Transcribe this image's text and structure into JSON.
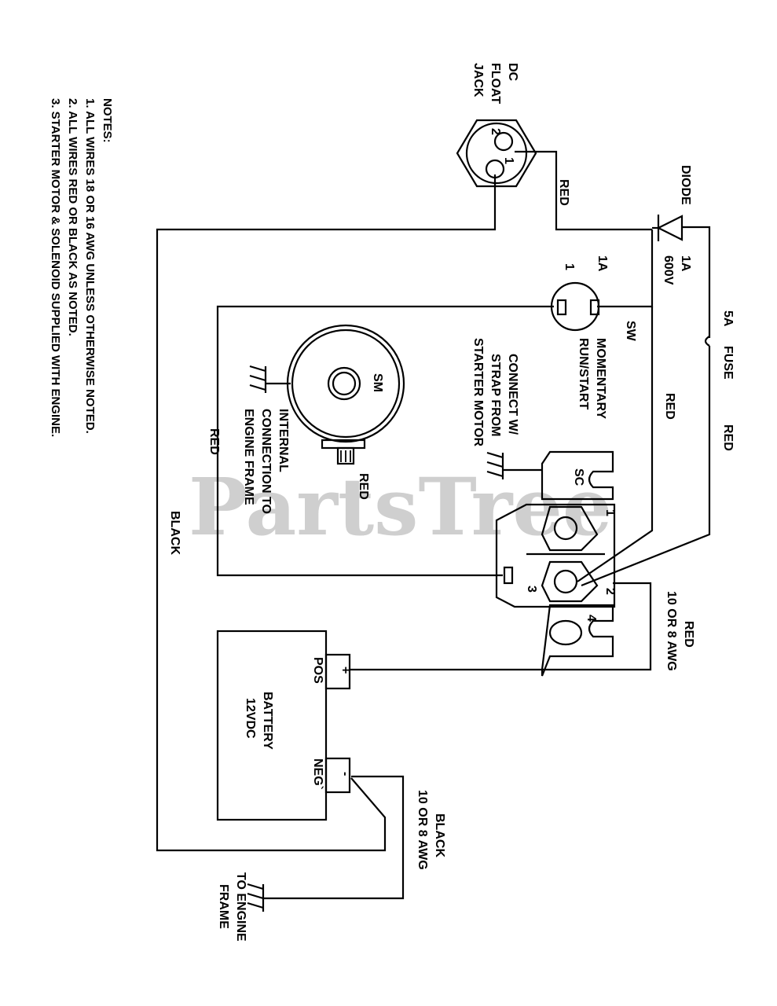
{
  "watermark": "PartsTree",
  "notes": {
    "title": "NOTES:",
    "items": [
      "1. ALL WIRES 18 OR 16 AWG UNLESS OTHERWISE NOTED.",
      "2. ALL WIRES RED OR BLACK AS NOTED.",
      "3. STARTER MOTOR & SOLENOID SUPPLIED WITH ENGINE."
    ]
  },
  "dc_jack": {
    "line1": "DC",
    "line2": "FLOAT",
    "line3": "JACK",
    "pin1": "1",
    "pin2": "2"
  },
  "diode": {
    "label": "DIODE",
    "rating1": "1A",
    "rating2": "600V"
  },
  "fuse": {
    "rating": "5A",
    "label": "FUSE"
  },
  "switch": {
    "rating": "1A",
    "pin": "1",
    "id": "SW",
    "desc1": "MOMENTARY",
    "desc2": "RUN/START"
  },
  "starter_motor": {
    "id": "SM",
    "connect1": "CONNECT W/",
    "connect2": "STRAP FROM",
    "connect3": "STARTER MOTOR",
    "terminal_wire": "RED",
    "internal1": "INTERNAL",
    "internal2": "CONNECTION TO",
    "internal3": "ENGINE FRAME"
  },
  "solenoid": {
    "id": "SC",
    "t1": "1",
    "t2": "2",
    "t3": "3",
    "t4": "4"
  },
  "battery": {
    "line1": "BATTERY",
    "line2": "12VDC",
    "pos": "POS",
    "neg": "NEG`",
    "plus": "+",
    "minus": "-"
  },
  "wires": {
    "jack_red": "RED",
    "fuse_red": "RED",
    "switch_red": "RED",
    "motor_red": "RED",
    "main_black": "BLACK",
    "pos_red": "RED",
    "pos_gauge": "10 OR 8 AWG",
    "neg_black": "BLACK",
    "neg_gauge": "10 OR 8 AWG"
  },
  "ground": {
    "line1": "TO ENGINE",
    "line2": "FRAME"
  }
}
